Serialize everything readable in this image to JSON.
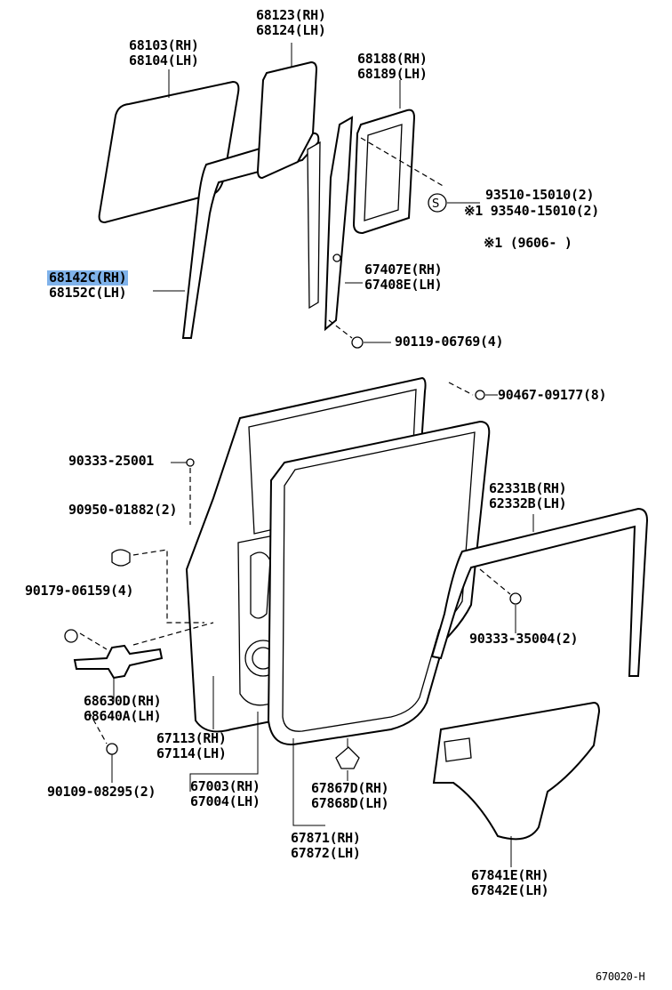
{
  "parts": [
    {
      "id": "p68103",
      "lines": [
        "68103(RH)",
        "68104(LH)"
      ],
      "highlight": false
    },
    {
      "id": "p68123",
      "lines": [
        "68123(RH)",
        "68124(LH)"
      ],
      "highlight": false
    },
    {
      "id": "p68188",
      "lines": [
        "68188(RH)",
        "68189(LH)"
      ],
      "highlight": false
    },
    {
      "id": "p93510",
      "lines": [
        "93510-15010(2)"
      ],
      "highlight": false
    },
    {
      "id": "p93540",
      "lines": [
        "※1 93540-15010(2)"
      ],
      "highlight": false
    },
    {
      "id": "p9606",
      "lines": [
        "※1  (9606-        )"
      ],
      "highlight": false
    },
    {
      "id": "p68142",
      "lines": [
        "68142C(RH)",
        "68152C(LH)"
      ],
      "highlight": true
    },
    {
      "id": "p67407",
      "lines": [
        "67407E(RH)",
        "67408E(LH)"
      ],
      "highlight": false
    },
    {
      "id": "p90119",
      "lines": [
        "90119-06769(4)"
      ],
      "highlight": false
    },
    {
      "id": "p90467",
      "lines": [
        "90467-09177(8)"
      ],
      "highlight": false
    },
    {
      "id": "p90333a",
      "lines": [
        "90333-25001"
      ],
      "highlight": false
    },
    {
      "id": "p90950",
      "lines": [
        "90950-01882(2)"
      ],
      "highlight": false
    },
    {
      "id": "p62331",
      "lines": [
        "62331B(RH)",
        "62332B(LH)"
      ],
      "highlight": false
    },
    {
      "id": "p90179",
      "lines": [
        "90179-06159(4)"
      ],
      "highlight": false
    },
    {
      "id": "p90333b",
      "lines": [
        "90333-35004(2)"
      ],
      "highlight": false
    },
    {
      "id": "p68630",
      "lines": [
        "68630D(RH)",
        "68640A(LH)"
      ],
      "highlight": false
    },
    {
      "id": "p67113",
      "lines": [
        "67113(RH)",
        "67114(LH)"
      ],
      "highlight": false
    },
    {
      "id": "p67003",
      "lines": [
        "67003(RH)",
        "67004(LH)"
      ],
      "highlight": false
    },
    {
      "id": "p67867",
      "lines": [
        "67867D(RH)",
        "67868D(LH)"
      ],
      "highlight": false
    },
    {
      "id": "p90109",
      "lines": [
        "90109-08295(2)"
      ],
      "highlight": false
    },
    {
      "id": "p67871",
      "lines": [
        "67871(RH)",
        "67872(LH)"
      ],
      "highlight": false
    },
    {
      "id": "p67841",
      "lines": [
        "67841E(RH)",
        "67842E(LH)"
      ],
      "highlight": false
    }
  ],
  "symbol_s": "S",
  "diagram_code": "670020-H",
  "colors": {
    "highlight": "#7fb2ea",
    "ink": "#000000",
    "paper": "#ffffff"
  }
}
